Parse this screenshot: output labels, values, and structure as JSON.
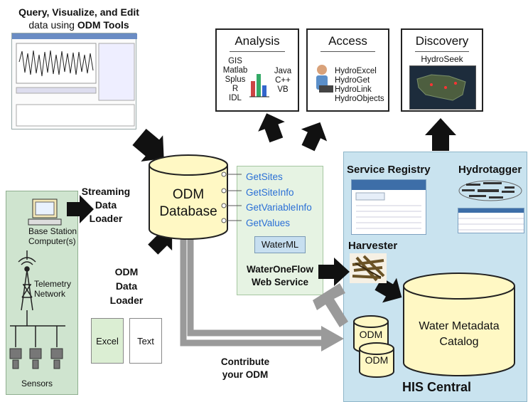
{
  "tools_caption": {
    "line1": "Query, Visualize, and Edit",
    "line2_pre": "data using ",
    "line2_bold": "ODM Tools"
  },
  "analysis": {
    "title": "Analysis",
    "left_items": [
      "GIS",
      "Matlab",
      "Splus",
      "R",
      "IDL"
    ],
    "right_items": [
      "Java",
      "C++",
      "VB"
    ]
  },
  "access": {
    "title": "Access",
    "items": [
      "HydroExcel",
      "HydroGet",
      "HydroLink",
      "HydroObjects"
    ]
  },
  "discovery": {
    "title": "Discovery",
    "subtitle": "HydroSeek"
  },
  "odm_database": {
    "line1": "ODM",
    "line2": "Database"
  },
  "streaming_loader": [
    "Streaming",
    "Data",
    "Loader"
  ],
  "odm_data_loader": [
    "ODM",
    "Data",
    "Loader"
  ],
  "web_methods": [
    "GetSites",
    "GetSiteInfo",
    "GetVariableInfo",
    "GetValues"
  ],
  "waterml": "WaterML",
  "web_service": [
    "WaterOneFlow",
    "Web Service"
  ],
  "sensors_panel": {
    "base_station": [
      "Base Station",
      "Computer(s)"
    ],
    "telemetry": [
      "Telemetry",
      "Network"
    ],
    "sensors": "Sensors"
  },
  "files": {
    "excel": "Excel",
    "text": "Text"
  },
  "contribute": [
    "Contribute",
    "your ODM"
  ],
  "his_central": {
    "title": "HIS Central",
    "service_registry": "Service Registry",
    "hydrotagger": "Hydrotagger",
    "harvester": "Harvester",
    "odm_cylinders": [
      "ODM",
      "ODM"
    ],
    "catalog": [
      "Water Metadata",
      "Catalog"
    ]
  },
  "colors": {
    "cylinder": "#fff8c4",
    "his_panel": "#c9e3ef",
    "sensors_panel": "#cfe4cf",
    "web_panel": "#e6f3e3",
    "link_blue": "#2a6fd6",
    "arrow_gray": "#9a9a9a"
  }
}
